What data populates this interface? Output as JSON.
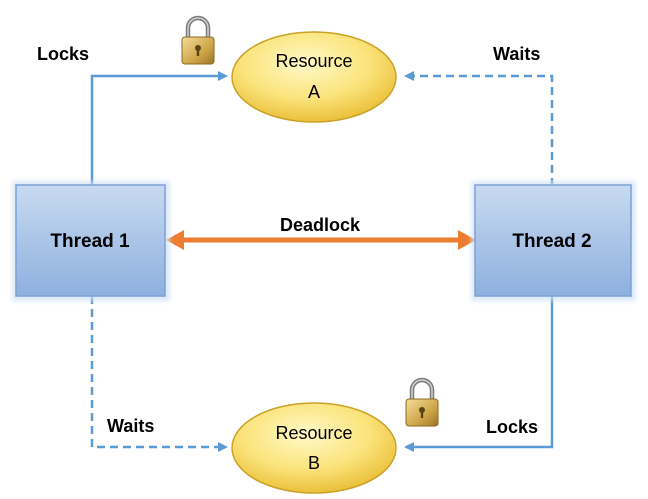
{
  "diagram": {
    "nodes": {
      "thread1": {
        "label": "Thread 1"
      },
      "thread2": {
        "label": "Thread 2"
      },
      "resourceA": {
        "label_line1": "Resource",
        "label_line2": "A"
      },
      "resourceB": {
        "label_line1": "Resource",
        "label_line2": "B"
      }
    },
    "edges": {
      "t1_locks_a": {
        "label": "Locks",
        "style": "solid"
      },
      "t2_waits_a": {
        "label": "Waits",
        "style": "dashed"
      },
      "t1_waits_b": {
        "label": "Waits",
        "style": "dashed"
      },
      "t2_locks_b": {
        "label": "Locks",
        "style": "solid"
      },
      "deadlock": {
        "label": "Deadlock",
        "style": "double-arrow"
      }
    },
    "icons": {
      "lock_a": "padlock-icon",
      "lock_b": "padlock-icon"
    },
    "colors": {
      "thread_fill_top": "#c3d6ef",
      "thread_fill_bottom": "#8fb1df",
      "thread_border": "#7ba1d6",
      "resource_fill_light": "#fff6b8",
      "resource_fill_dark": "#eec33a",
      "resource_border": "#c9a227",
      "connector": "#5b9bd5",
      "deadlock_arrow": "#ed7d31"
    }
  }
}
